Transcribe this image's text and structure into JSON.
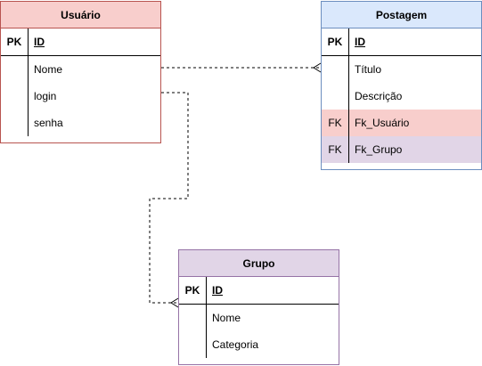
{
  "entities": {
    "usuario": {
      "title": "Usuário",
      "pk": {
        "key": "PK",
        "name": "ID"
      },
      "attributes": [
        "Nome",
        "login",
        "senha"
      ]
    },
    "postagem": {
      "title": "Postagem",
      "pk": {
        "key": "PK",
        "name": "ID"
      },
      "attributes": [
        "Título",
        "Descrição"
      ],
      "foreign_keys": [
        {
          "key": "FK",
          "name": "Fk_Usuário"
        },
        {
          "key": "FK",
          "name": "Fk_Grupo"
        }
      ]
    },
    "grupo": {
      "title": "Grupo",
      "pk": {
        "key": "PK",
        "name": "ID"
      },
      "attributes": [
        "Nome",
        "Categoria"
      ]
    }
  },
  "relationships": [
    {
      "from": "Usuário.Nome",
      "to": "Postagem",
      "style": "dashed",
      "end": "crowfoot"
    },
    {
      "from": "Usuário.login",
      "to": "Grupo",
      "style": "dashed",
      "end": "crowfoot"
    }
  ],
  "colors": {
    "usuario_header": "#f8cecc",
    "usuario_border": "#b85450",
    "postagem_header": "#dae8fc",
    "postagem_border": "#6c8ebf",
    "grupo_header": "#e1d5e7",
    "grupo_border": "#9673a6"
  }
}
